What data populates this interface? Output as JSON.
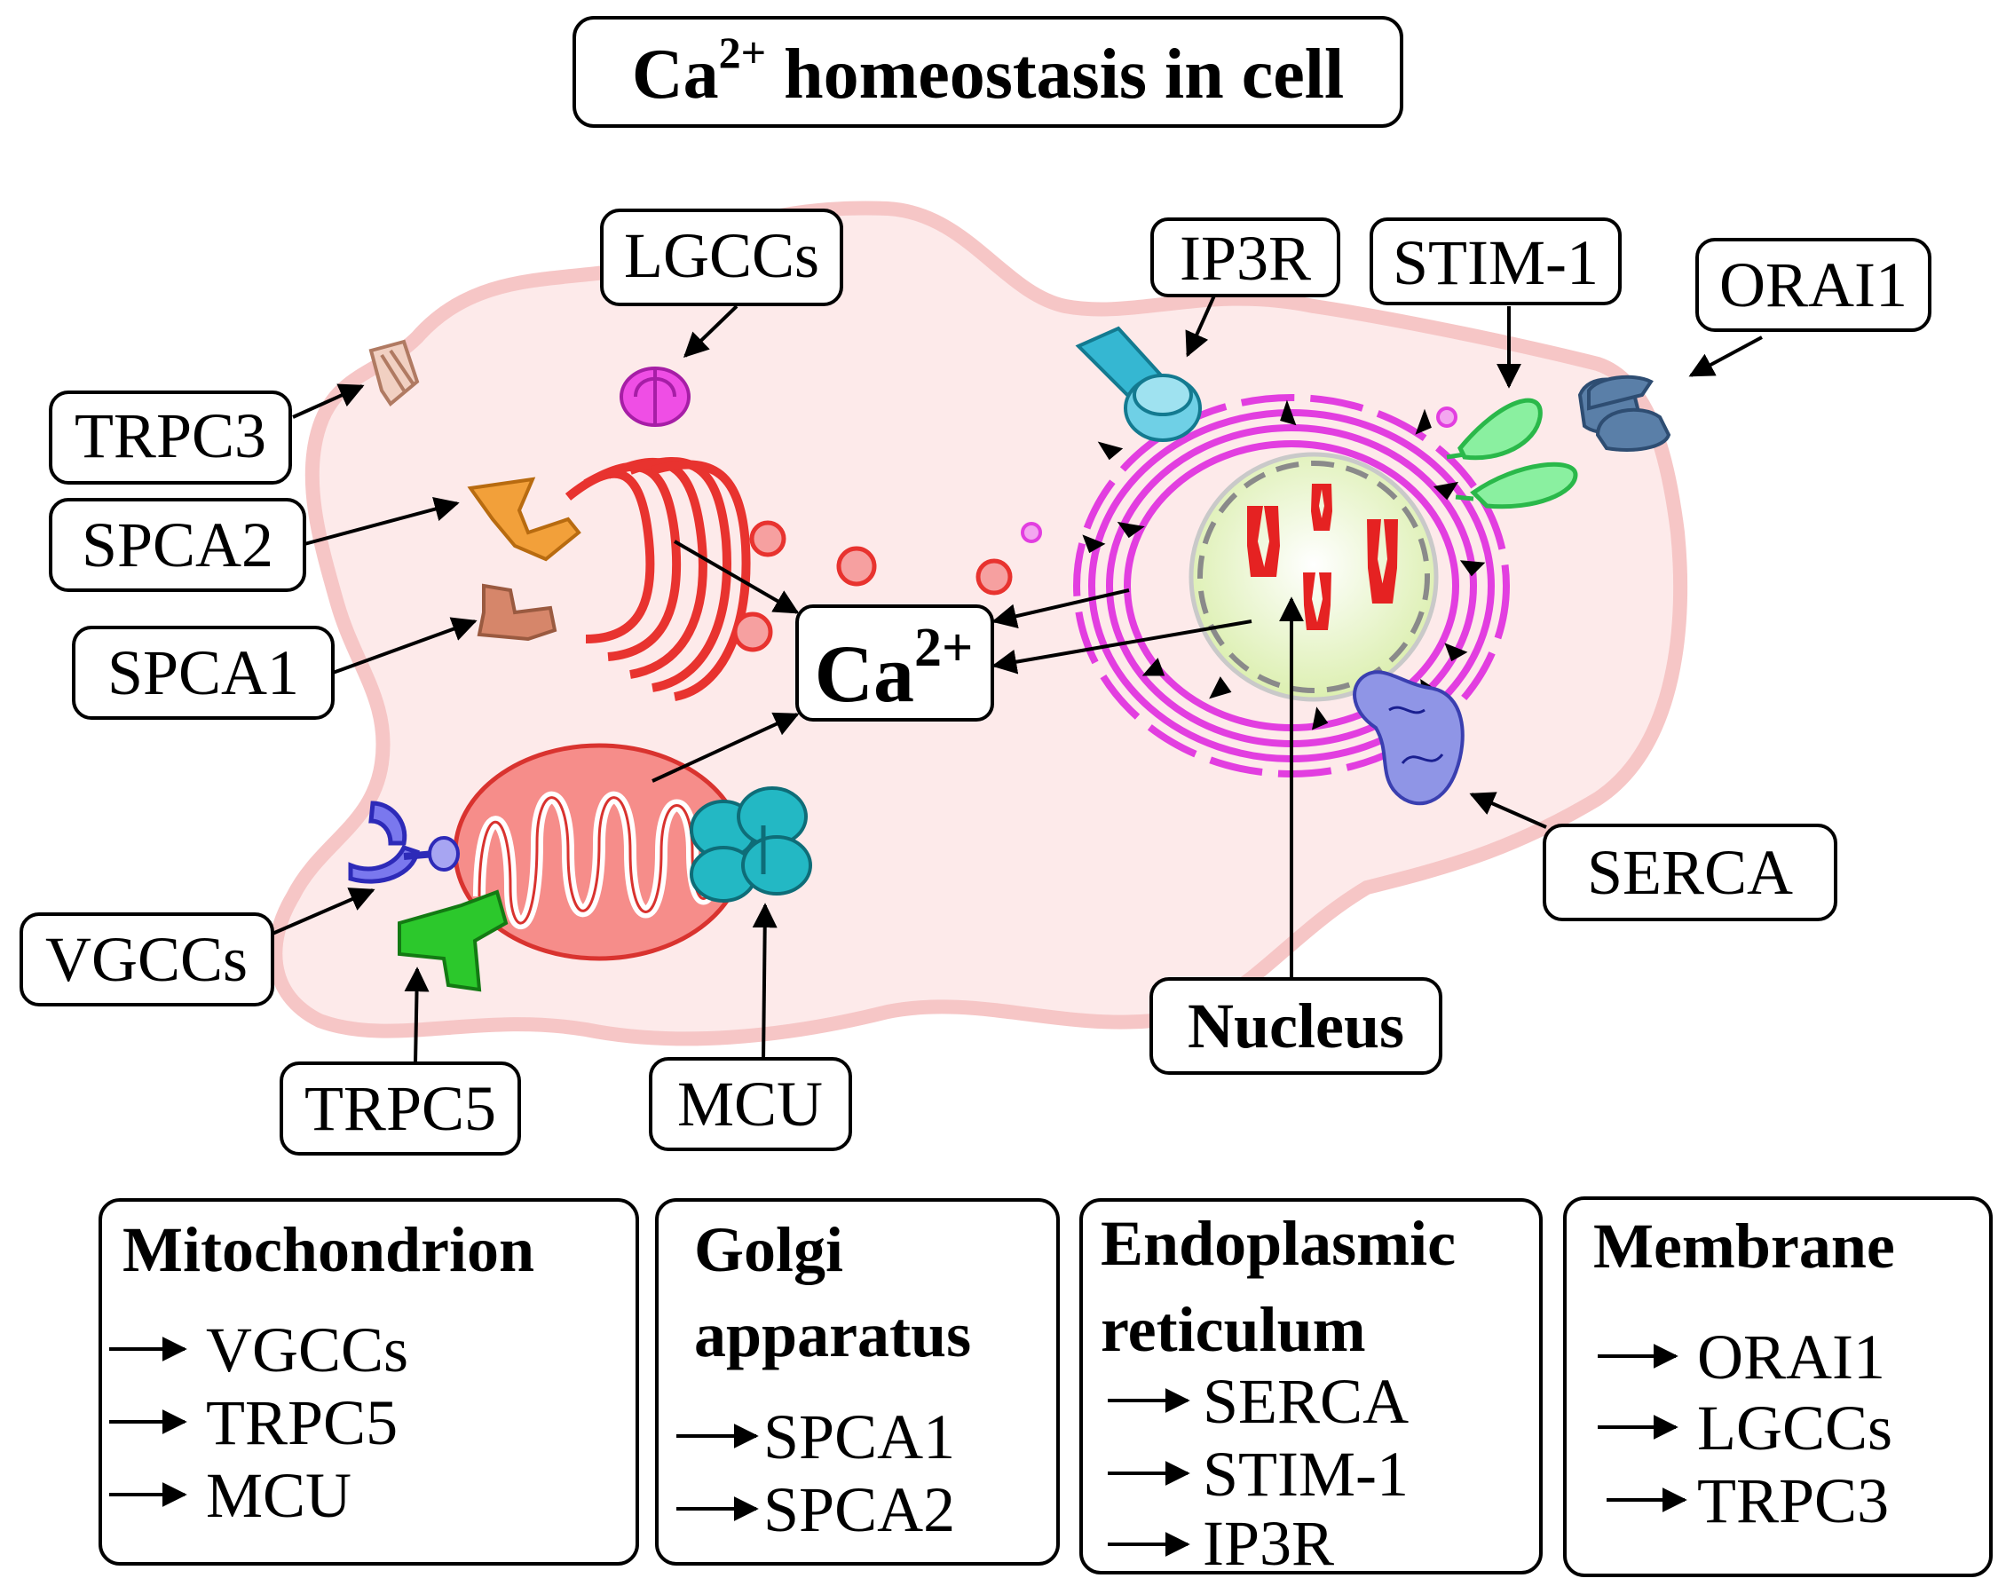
{
  "title": {
    "main": "Ca",
    "sup": "2+",
    "rest": " homeostasis in cell"
  },
  "center": {
    "main": "Ca",
    "sup": "2+"
  },
  "labels": {
    "lgccs": "LGCCs",
    "trpc3": "TRPC3",
    "spca2": "SPCA2",
    "spca1": "SPCA1",
    "vgccs": "VGCCs",
    "trpc5": "TRPC5",
    "mcu": "MCU",
    "ip3r": "IP3R",
    "stim1": "STIM-1",
    "orai1": "ORAI1",
    "serca": "SERCA",
    "nucleus": "Nucleus"
  },
  "legend": [
    {
      "title_lines": [
        "Mitochondrion"
      ],
      "items": [
        "VGCCs",
        "TRPC5",
        "MCU"
      ]
    },
    {
      "title_lines": [
        "Golgi",
        "apparatus"
      ],
      "items": [
        "SPCA1",
        "SPCA2"
      ]
    },
    {
      "title_lines": [
        "Endoplasmic",
        "reticulum"
      ],
      "items": [
        "SERCA",
        "STIM-1",
        "IP3R"
      ]
    },
    {
      "title_lines": [
        "Membrane"
      ],
      "items": [
        "ORAI1",
        "LGCCs",
        "TRPC3"
      ]
    }
  ],
  "colors": {
    "cell_fill": "#fdeaea",
    "cell_outline": "#f6c6c6",
    "golgi": "#e8332f",
    "mitochondrion_fill": "#f68d8a",
    "mitochondrion_stroke": "#d9332f",
    "er": "#e23ee0",
    "nucleus_fill": "#eef7cf",
    "chromosome": "#e52222",
    "mcu": "#23b8c4",
    "ip3r": "#35b7d2",
    "stim1": "#5ee27c",
    "orai1": "#5a7fa8",
    "serca": "#8f95e6",
    "lgccs": "#ef4ee5",
    "spca2": "#f2a03a",
    "spca1": "#d6866a",
    "vgccs": "#4a46e0",
    "trpc5": "#2cc82c",
    "trpc3": "#d6a48c"
  }
}
